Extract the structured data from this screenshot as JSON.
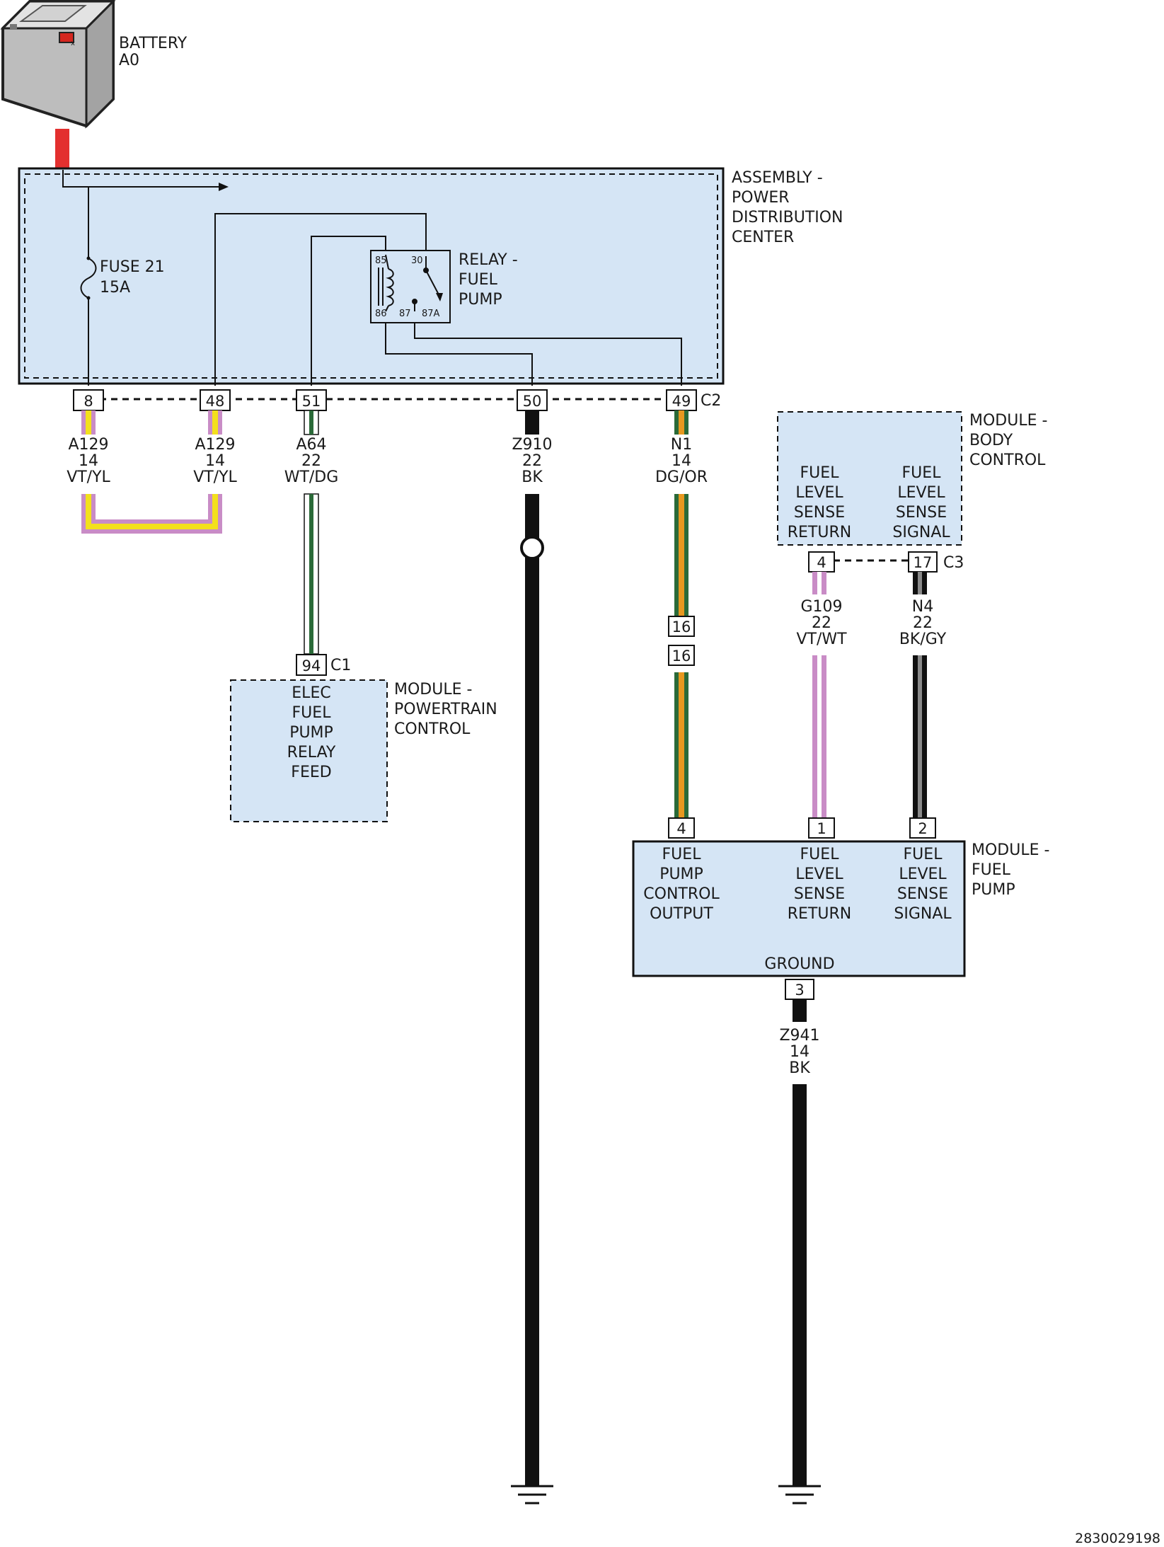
{
  "battery": {
    "name": "BATTERY",
    "id": "A0"
  },
  "pdc": {
    "title_lines": [
      "ASSEMBLY -",
      "POWER",
      "DISTRIBUTION",
      "CENTER"
    ],
    "fuse": {
      "name": "FUSE 21",
      "rating": "15A"
    },
    "relay": {
      "title_lines": [
        "RELAY -",
        "FUEL",
        "PUMP"
      ],
      "pins": {
        "p85": "85",
        "p30": "30",
        "p86": "86",
        "p87": "87",
        "p87a": "87A"
      }
    },
    "connector": "C2",
    "pins": [
      "8",
      "48",
      "51",
      "50",
      "49"
    ]
  },
  "wires": {
    "w8": {
      "circuit": "A129",
      "gauge": "14",
      "color": "VT/YL"
    },
    "w48": {
      "circuit": "A129",
      "gauge": "14",
      "color": "VT/YL"
    },
    "w51": {
      "circuit": "A64",
      "gauge": "22",
      "color": "WT/DG"
    },
    "w50": {
      "circuit": "Z910",
      "gauge": "22",
      "color": "BK"
    },
    "w49": {
      "circuit": "N1",
      "gauge": "14",
      "color": "DG/OR"
    },
    "wg109": {
      "circuit": "G109",
      "gauge": "22",
      "color": "VT/WT"
    },
    "wn4": {
      "circuit": "N4",
      "gauge": "22",
      "color": "BK/GY"
    },
    "wz941": {
      "circuit": "Z941",
      "gauge": "14",
      "color": "BK"
    }
  },
  "inline_connector": {
    "pin_upper": "16",
    "pin_lower": "16"
  },
  "pcm": {
    "title_lines": [
      "MODULE -",
      "POWERTRAIN",
      "CONTROL"
    ],
    "function_lines": [
      "ELEC",
      "FUEL",
      "PUMP",
      "RELAY",
      "FEED"
    ],
    "pin": "94",
    "connector": "C1"
  },
  "bcm": {
    "title_lines": [
      "MODULE -",
      "BODY",
      "CONTROL"
    ],
    "func_return_lines": [
      "FUEL",
      "LEVEL",
      "SENSE",
      "RETURN"
    ],
    "func_signal_lines": [
      "FUEL",
      "LEVEL",
      "SENSE",
      "SIGNAL"
    ],
    "pin_return": "4",
    "pin_signal": "17",
    "connector": "C3"
  },
  "fpm": {
    "title_lines": [
      "MODULE -",
      "FUEL",
      "PUMP"
    ],
    "func_control_lines": [
      "FUEL",
      "PUMP",
      "CONTROL",
      "OUTPUT"
    ],
    "func_return_lines": [
      "FUEL",
      "LEVEL",
      "SENSE",
      "RETURN"
    ],
    "func_signal_lines": [
      "FUEL",
      "LEVEL",
      "SENSE",
      "SIGNAL"
    ],
    "ground_label": "GROUND",
    "pins": {
      "control": "4",
      "return": "1",
      "signal": "2",
      "ground": "3"
    }
  },
  "footer": {
    "doc_id": "2830029198"
  },
  "colors": {
    "module_fill": "#d5e5f5",
    "battery_red": "#e3302f",
    "violet": "#c98cc6",
    "yellow": "#f3e01c",
    "dark_green": "#2a6a38",
    "orange": "#e7981f",
    "gray": "#8a8a8a",
    "black": "#111111"
  }
}
